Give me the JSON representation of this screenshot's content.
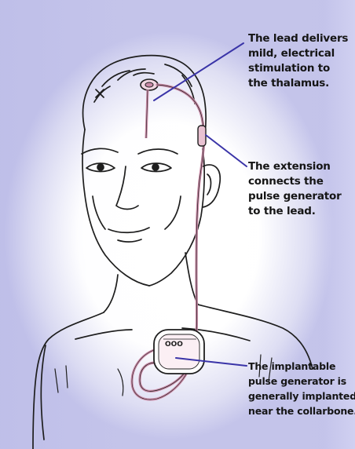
{
  "colors": {
    "leader_line": "#3a34a8",
    "lead_wire": "#c98aa6",
    "ink": "#1e1e1e",
    "background_tint": "#c5c6ee"
  },
  "callouts": {
    "lead": {
      "lines": [
        "The lead delivers",
        "mild, electrical",
        "stimulation to",
        "the thalamus."
      ]
    },
    "extension": {
      "lines": [
        "The extension",
        "connects the",
        "pulse generator",
        "to the lead."
      ]
    },
    "generator": {
      "lines": [
        "The implantable",
        "pulse generator is",
        "generally implanted",
        "near the collarbone."
      ]
    }
  },
  "device": {
    "generator_marking": "OOO"
  }
}
